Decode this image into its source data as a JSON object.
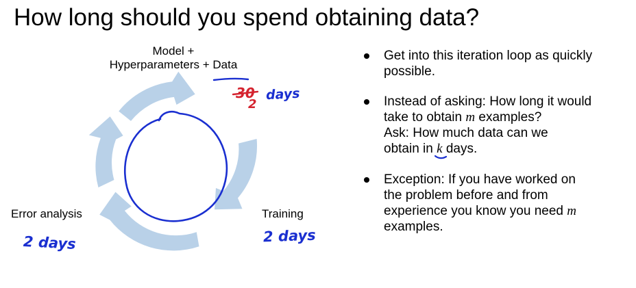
{
  "slide": {
    "title": "How long should you spend obtaining data?"
  },
  "diagram": {
    "label_model_line1": "Model +",
    "label_model_line2": "Hyperparameters + Data",
    "label_error": "Error analysis",
    "label_training": "Training",
    "note_error": "2 days",
    "note_training": "2 days",
    "note_data_old": "30",
    "note_data_new": "2",
    "note_data_unit": "days",
    "colors": {
      "cycle_arrow": "#b9d1e8",
      "pen_blue": "#1a2fd0",
      "pen_red": "#d4232f"
    }
  },
  "bullets": {
    "b1_line1": "Get into this iteration loop as quickly",
    "b1_line2": "possible.",
    "b2_line1": "Instead of asking: How long it would",
    "b2_line2a": "take to obtain",
    "b2_line2_var": "m",
    "b2_line2b": "examples?",
    "b2_line3": "Ask: How much data can we",
    "b2_line4a": "obtain in",
    "b2_line4_var": "k",
    "b2_line4b": "days.",
    "b3_line1": "Exception: If you have worked on",
    "b3_line2": "the problem before and from",
    "b3_line3a": "experience you know you need",
    "b3_line3_var": "m",
    "b3_line4": "examples."
  }
}
